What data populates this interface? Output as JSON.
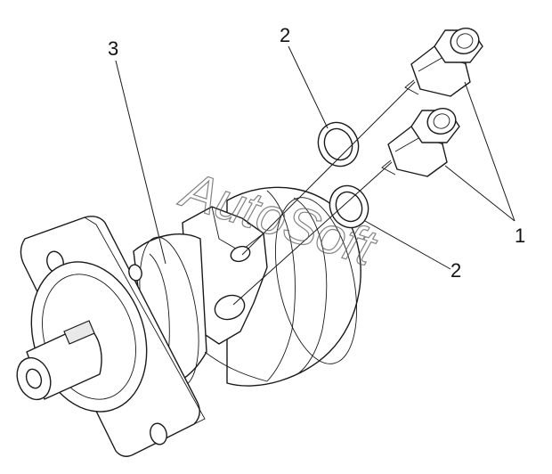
{
  "callouts": {
    "fitting": "1",
    "seal_ring_upper": "2",
    "seal_ring_lower": "2",
    "motor": "3"
  },
  "watermark": {
    "text": "AutoSoft"
  }
}
